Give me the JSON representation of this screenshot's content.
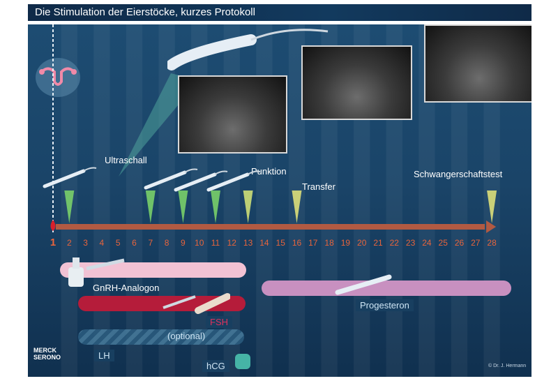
{
  "title": "Die Stimulation der Eierstöcke, kurzes Protokoll",
  "timeline": {
    "days": [
      "1",
      "2",
      "3",
      "4",
      "5",
      "6",
      "7",
      "8",
      "9",
      "10",
      "11",
      "12",
      "13",
      "14",
      "15",
      "16",
      "17",
      "18",
      "19",
      "20",
      "21",
      "22",
      "23",
      "24",
      "25",
      "26",
      "27",
      "28"
    ],
    "tick_color": "#e8643c"
  },
  "events": {
    "ultrasound": "Ultraschall",
    "puncture": "Punktion",
    "transfer": "Transfer",
    "pregnancy_test": "Schwangerschaftstest"
  },
  "medications": {
    "gnrh": "GnRH-Analogon",
    "fsh": "FSH",
    "optional": "(optional)",
    "lh": "LH",
    "hcg": "hCG",
    "progesterone": "Progesteron"
  },
  "logo": "MERCK SERONO",
  "credit": "© Dr. J. Hermann",
  "colors": {
    "gnrh": "#f2c2d4",
    "fsh": "#b51c3a",
    "progesterone": "#c890c0",
    "optional": "#4a7fa0",
    "arrow": "#b25a42",
    "marker": "#d8e878"
  }
}
